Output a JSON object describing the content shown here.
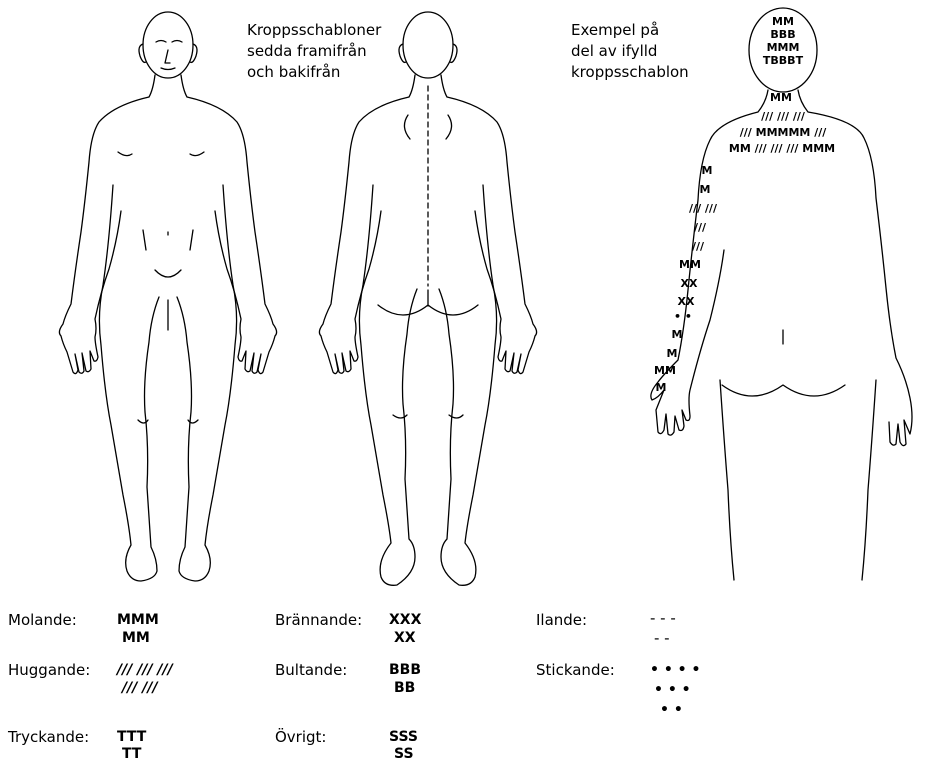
{
  "captions": {
    "templates": "Kroppsschabloner\nsedda framifrån\noch bakifrån",
    "example": "Exempel på\ndel av ifylld\nkroppsschablon"
  },
  "example_marks": {
    "head": [
      "MM",
      "BBB",
      "MMM",
      "TBBBT"
    ],
    "neck": "MM",
    "shoulders": [
      "/// /// ///",
      "/// MMMMM ///",
      "MM /// /// /// MMM"
    ],
    "arm": [
      "M",
      "M",
      "/// ///",
      "///",
      "///",
      "MM",
      "XX",
      "XX",
      "• •",
      "M",
      "M",
      "MM",
      "M"
    ]
  },
  "legend": [
    {
      "label": "Molande:",
      "lines": [
        "MMM",
        "MM"
      ]
    },
    {
      "label": "Huggande:",
      "lines": [
        "/// /// ///",
        "/// ///"
      ]
    },
    {
      "label": "Tryckande:",
      "lines": [
        "TTT",
        "TT"
      ]
    },
    {
      "label": "Brännande:",
      "lines": [
        "XXX",
        "XX"
      ]
    },
    {
      "label": "Bultande:",
      "lines": [
        "BBB",
        "BB"
      ]
    },
    {
      "label": "Övrigt:",
      "lines": [
        "SSS",
        "SS"
      ]
    },
    {
      "label": "Ilande:",
      "lines": [
        "- - -",
        "- -"
      ]
    },
    {
      "label": "Stickande:",
      "lines": [
        "• • • •",
        "• • •",
        "• •"
      ]
    }
  ]
}
